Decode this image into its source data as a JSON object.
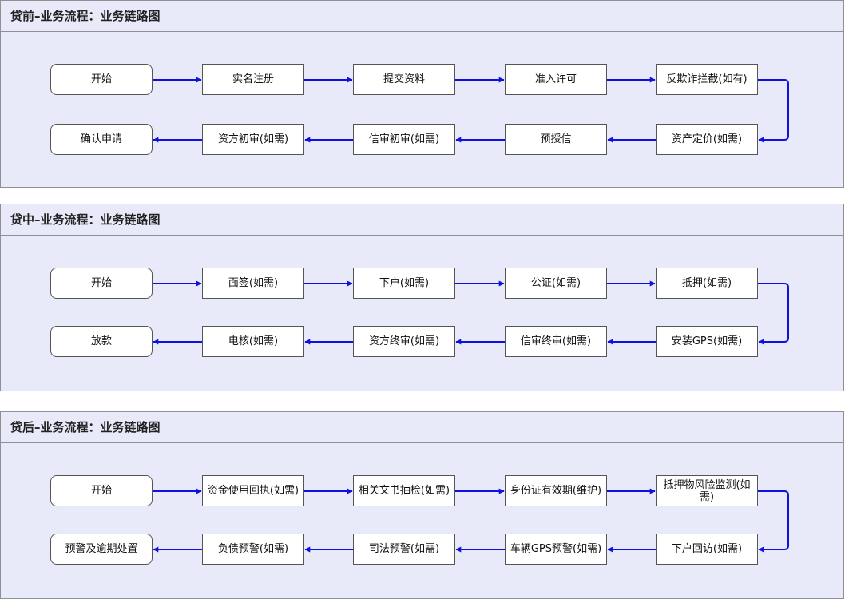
{
  "sections": [
    {
      "title": "贷前–业务流程：业务链路图",
      "row1": [
        "开始",
        "实名注册",
        "提交资料",
        "准入许可",
        "反欺诈拦截(如有)"
      ],
      "row2": [
        "资产定价(如需)",
        "预授信",
        "信审初审(如需)",
        "资方初审(如需)",
        "确认申请"
      ]
    },
    {
      "title": "贷中–业务流程：业务链路图",
      "row1": [
        "开始",
        "面签(如需)",
        "下户(如需)",
        "公证(如需)",
        "抵押(如需)"
      ],
      "row2": [
        "安装GPS(如需)",
        "信审终审(如需)",
        "资方终审(如需)",
        "电核(如需)",
        "放款"
      ]
    },
    {
      "title": "贷后–业务流程：业务链路图",
      "row1": [
        "开始",
        "资金使用回执(如需)",
        "相关文书抽检(如需)",
        "身份证有效期(维护)",
        "抵押物风险监测(如需)"
      ],
      "row2": [
        "下户回访(如需)",
        "车辆GPS预警(如需)",
        "司法预警(如需)",
        "负债预警(如需)",
        "预警及逾期处置"
      ]
    }
  ],
  "colors": {
    "arrow": "#1010e0",
    "background": "#e8eaf9",
    "border": "#8f8f96"
  }
}
